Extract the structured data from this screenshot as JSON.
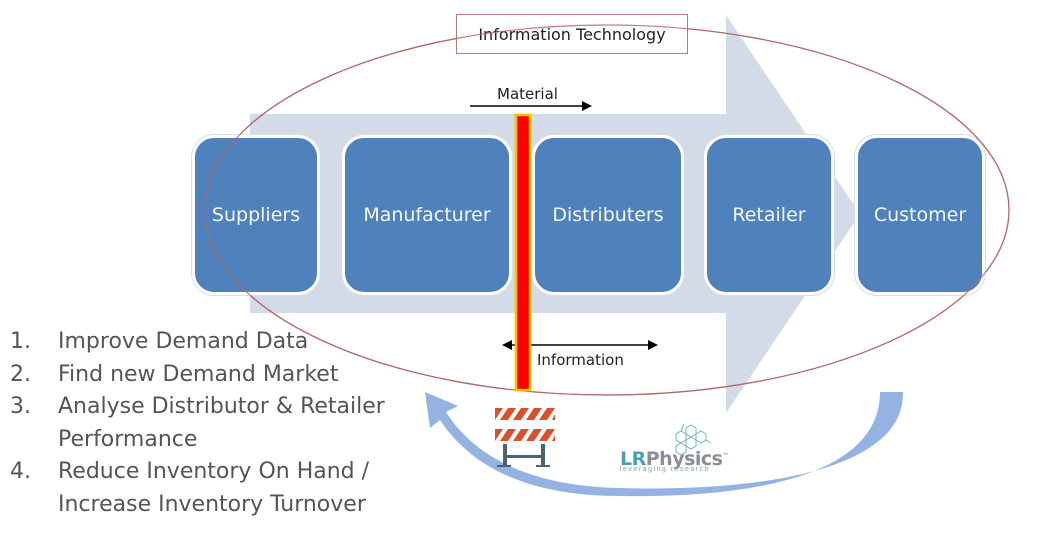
{
  "diagram": {
    "title_box": "Information Technology",
    "material_label": "Material",
    "information_label": "Information",
    "stages": [
      {
        "label": "Suppliers"
      },
      {
        "label": "Manufacturer"
      },
      {
        "label": "Distributers"
      },
      {
        "label": "Retailer"
      },
      {
        "label": "Customer"
      }
    ],
    "colors": {
      "stage_fill": "#4f81bd",
      "big_arrow": "#d3dae8",
      "ellipse": "#b56868",
      "barrier_line": "#ff0000",
      "barrier_outline": "#f2c500",
      "return_arrow": "#8eaee0"
    }
  },
  "list": {
    "items": [
      {
        "num": "1.",
        "lines": [
          "Improve Demand Data"
        ]
      },
      {
        "num": "2.",
        "lines": [
          "Find new Demand Market"
        ]
      },
      {
        "num": "3.",
        "lines": [
          "Analyse Distributor & Retailer",
          "Performance"
        ]
      },
      {
        "num": "4.",
        "lines": [
          "Reduce Inventory On Hand /",
          "Increase Inventory Turnover"
        ]
      }
    ]
  },
  "icons": {
    "barrier": "road-barrier-icon",
    "logo": "lrphysics-logo"
  },
  "logo": {
    "brand_prefix": "LR",
    "brand_suffix": "Physics",
    "tm": "™",
    "tagline": "leveraging research"
  }
}
